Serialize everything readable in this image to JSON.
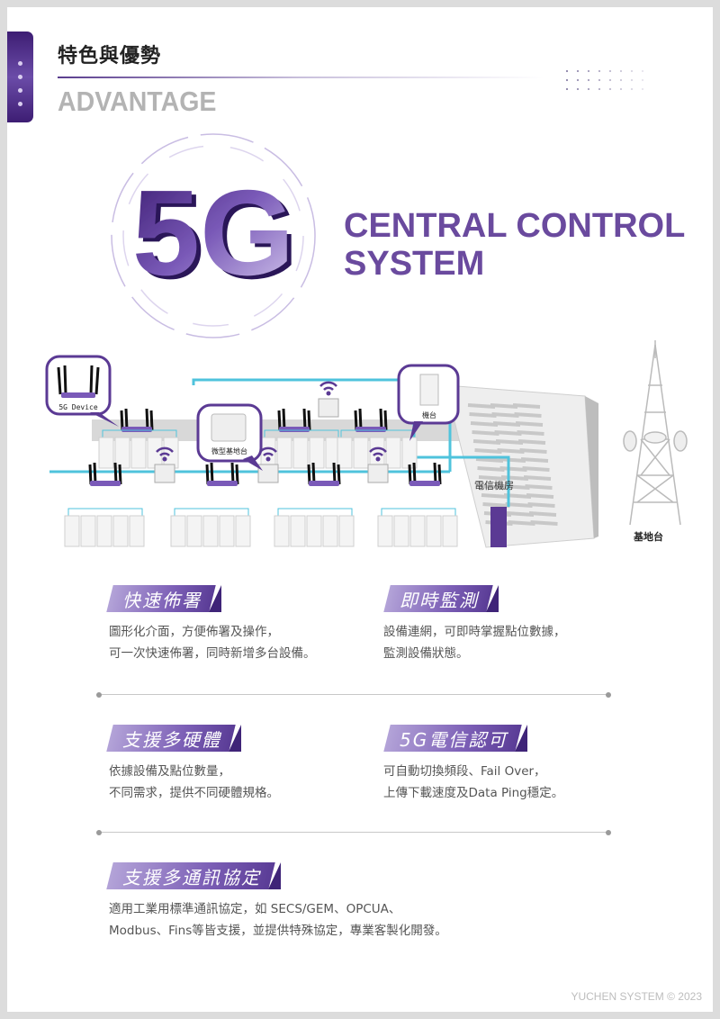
{
  "header": {
    "title": "特色與優勢",
    "subtitle": "ADVANTAGE"
  },
  "hero": {
    "logo_text": "5G",
    "headline_line1": "CENTRAL CONTROL",
    "headline_line2": "SYSTEM"
  },
  "diagram": {
    "labels": {
      "device": "5G Device",
      "micro_station": "微型基地台",
      "machine": "機台",
      "telecom_room": "電信機房",
      "base_station": "基地台"
    }
  },
  "features": [
    {
      "title": "快速佈署",
      "lines": [
        "圖形化介面，方便佈署及操作，",
        "可一次快速佈署，同時新增多台設備。"
      ]
    },
    {
      "title": "即時監測",
      "lines": [
        "設備連網，可即時掌握點位數據，",
        "監測設備狀態。"
      ]
    },
    {
      "title": "支援多硬體",
      "lines": [
        "依據設備及點位數量，",
        "不同需求，提供不同硬體規格。"
      ]
    },
    {
      "title": "5G電信認可",
      "lines": [
        "可自動切換頻段、Fail Over，",
        "上傳下載速度及Data Ping穩定。"
      ]
    },
    {
      "title": "支援多通訊協定",
      "lines": [
        "適用工業用標準通訊協定，如 SECS/GEM、OPCUA、",
        "Modbus、Fins等皆支援，並提供特殊協定，專業客製化開發。"
      ]
    }
  ],
  "footer": {
    "copyright": "YUCHEN SYSTEM © 2023"
  },
  "colors": {
    "accent": "#6a4a9e",
    "line_blue": "#4fc3dc"
  }
}
